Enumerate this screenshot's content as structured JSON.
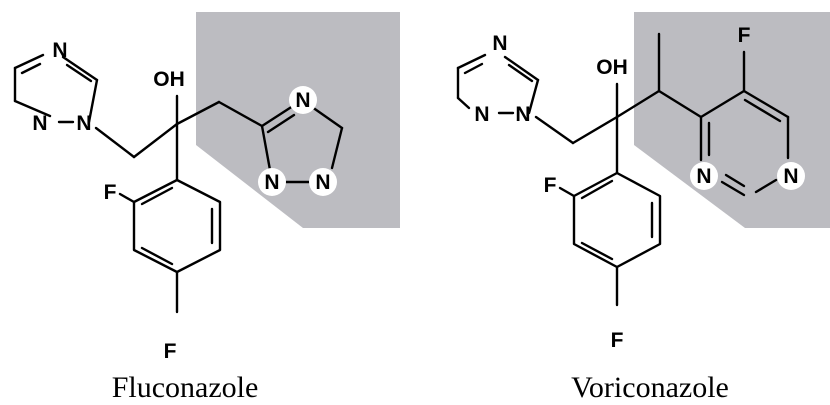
{
  "colors": {
    "highlight": "#bcbcc1",
    "bond": "#000000",
    "atom_label_bg": "#ffffff",
    "background": "#ffffff"
  },
  "molecules": [
    {
      "caption": "Fluconazole",
      "hydroxyl_label": "OH",
      "fluorine_ortho_label": "F",
      "fluorine_para_label": "F",
      "triazole_left": {
        "n_top": "N",
        "n_bottom_left": "N",
        "n_bottom_right": "N"
      },
      "highlighted_ring": {
        "n_top": "N",
        "n_bottom_left": "N",
        "n_bottom_right": "N"
      }
    },
    {
      "caption": "Voriconazole",
      "hydroxyl_label": "OH",
      "fluorine_ortho_label": "F",
      "fluorine_para_label": "F",
      "triazole_left": {
        "n_top": "N",
        "n_bottom_left": "N",
        "n_bottom_right": "N"
      },
      "highlighted_ring": {
        "f_label": "F",
        "n_left": "N",
        "n_right": "N"
      }
    }
  ]
}
